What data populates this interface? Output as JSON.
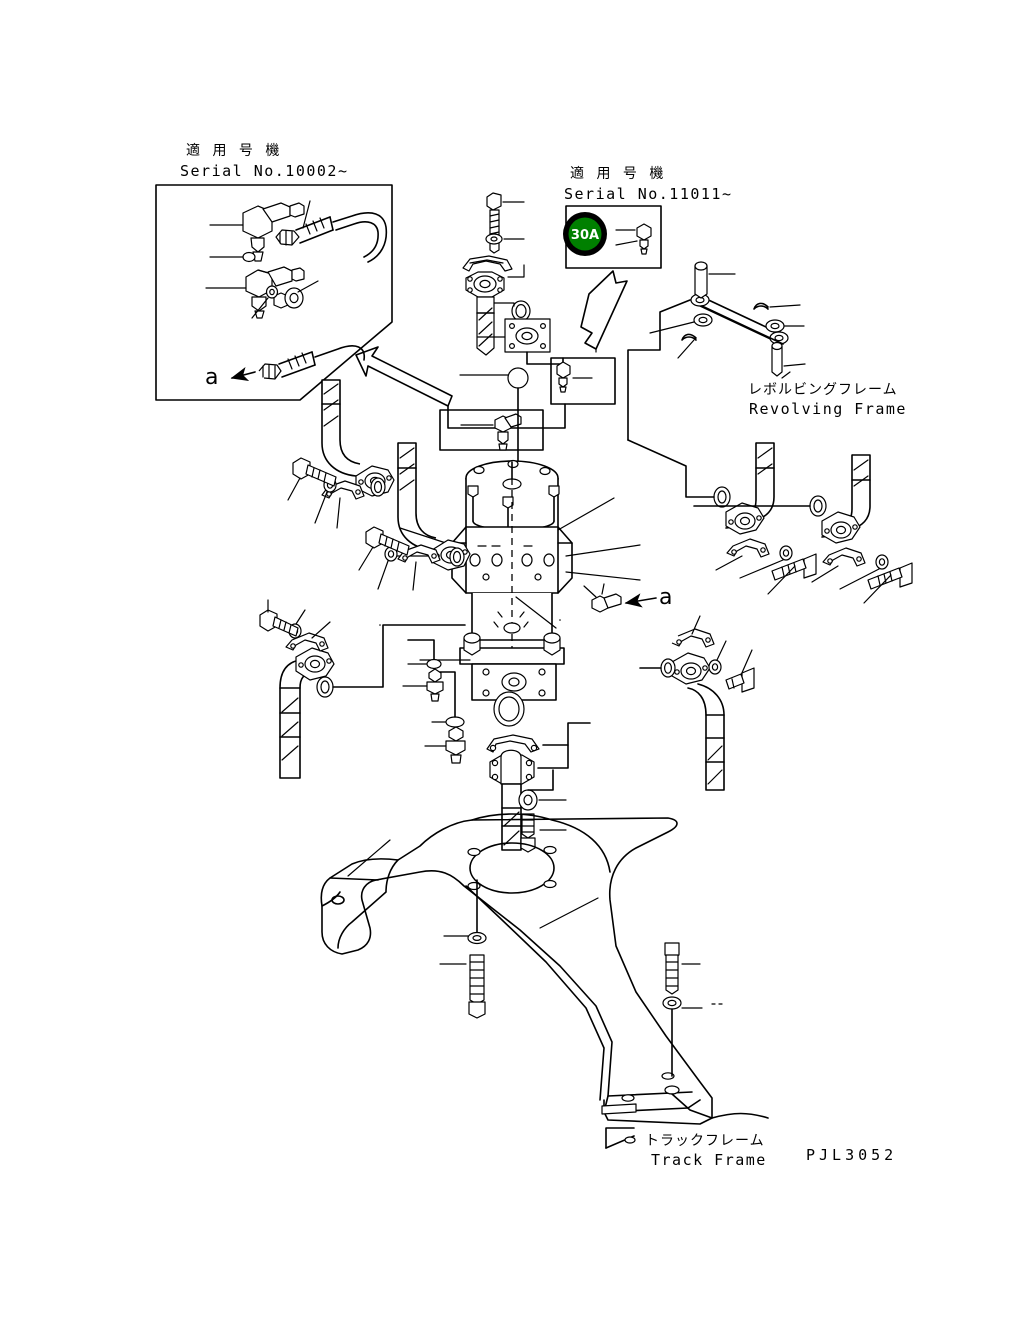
{
  "diagram": {
    "drawing_number": "PJL3052",
    "background_color": "#ffffff",
    "line_color": "#000000",
    "highlight_color": "#008000",
    "highlight_ring_color": "#000000"
  },
  "callouts": {
    "serial_box_left": {
      "jp_title": "適 用 号 機",
      "en_title": "Serial No.10002~",
      "detail_marker": "a"
    },
    "serial_box_right": {
      "jp_title": "適 用 号 機",
      "en_title": "Serial No.11011~",
      "badge_label": "30A"
    }
  },
  "labels": {
    "revolving_frame": {
      "jp": "レボルビングフレーム",
      "en": "Revolving Frame"
    },
    "track_frame": {
      "jp": "トラックフレーム",
      "en": "Track Frame"
    },
    "detail_a_left": "a",
    "detail_a_right": "a"
  },
  "highlight": {
    "part_number": "30A",
    "fill": "#008000",
    "ring": "#000000"
  }
}
